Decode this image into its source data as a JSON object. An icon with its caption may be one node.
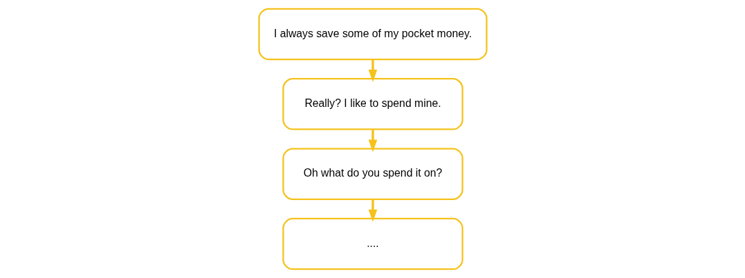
{
  "diagram": {
    "nodes": [
      {
        "text": [
          "I always save some of my pocket money."
        ]
      },
      {
        "text": [
          "Really? I like to spend mine."
        ]
      },
      {
        "text": [
          "Oh what do you spend it on?"
        ]
      },
      {
        "text": [
          "...."
        ]
      }
    ],
    "edges": [
      {
        "from": 0,
        "to": 1,
        "arrow": "to"
      },
      {
        "from": 1,
        "to": 2,
        "arrow": "to"
      },
      {
        "from": 2,
        "to": 3,
        "arrow": "to"
      }
    ]
  }
}
